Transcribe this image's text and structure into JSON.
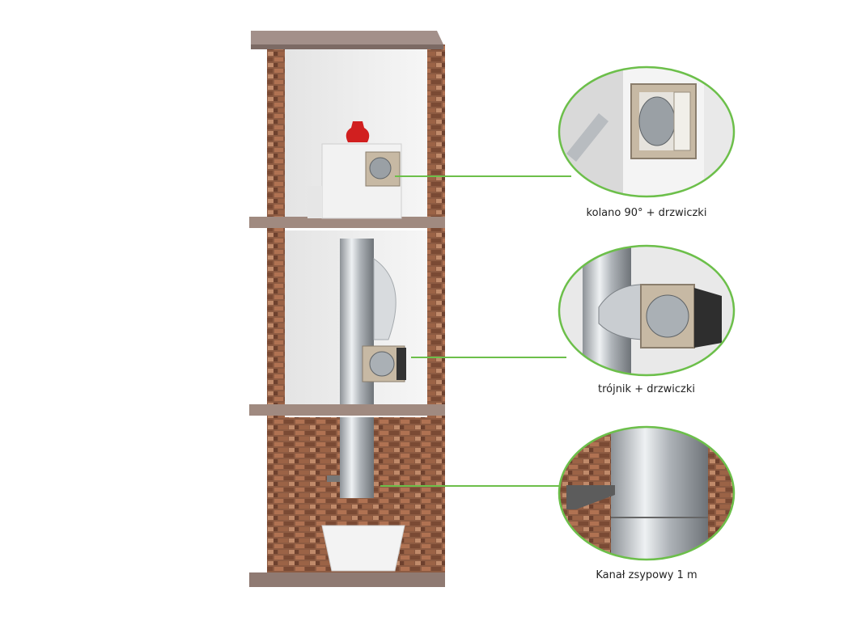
{
  "labels": {
    "elbow": "kolano 90° + drzwiczki",
    "tee": "trójnik + drzwiczki",
    "channel": "Kanał zsypowy 1 m"
  },
  "colors": {
    "brick": "#8a5a40",
    "slab": "#a08a80",
    "plaster": "#e9e9e9",
    "steel": "#c8ccd0",
    "callout": "#6cbf4a",
    "pot": "#d11f1f"
  }
}
